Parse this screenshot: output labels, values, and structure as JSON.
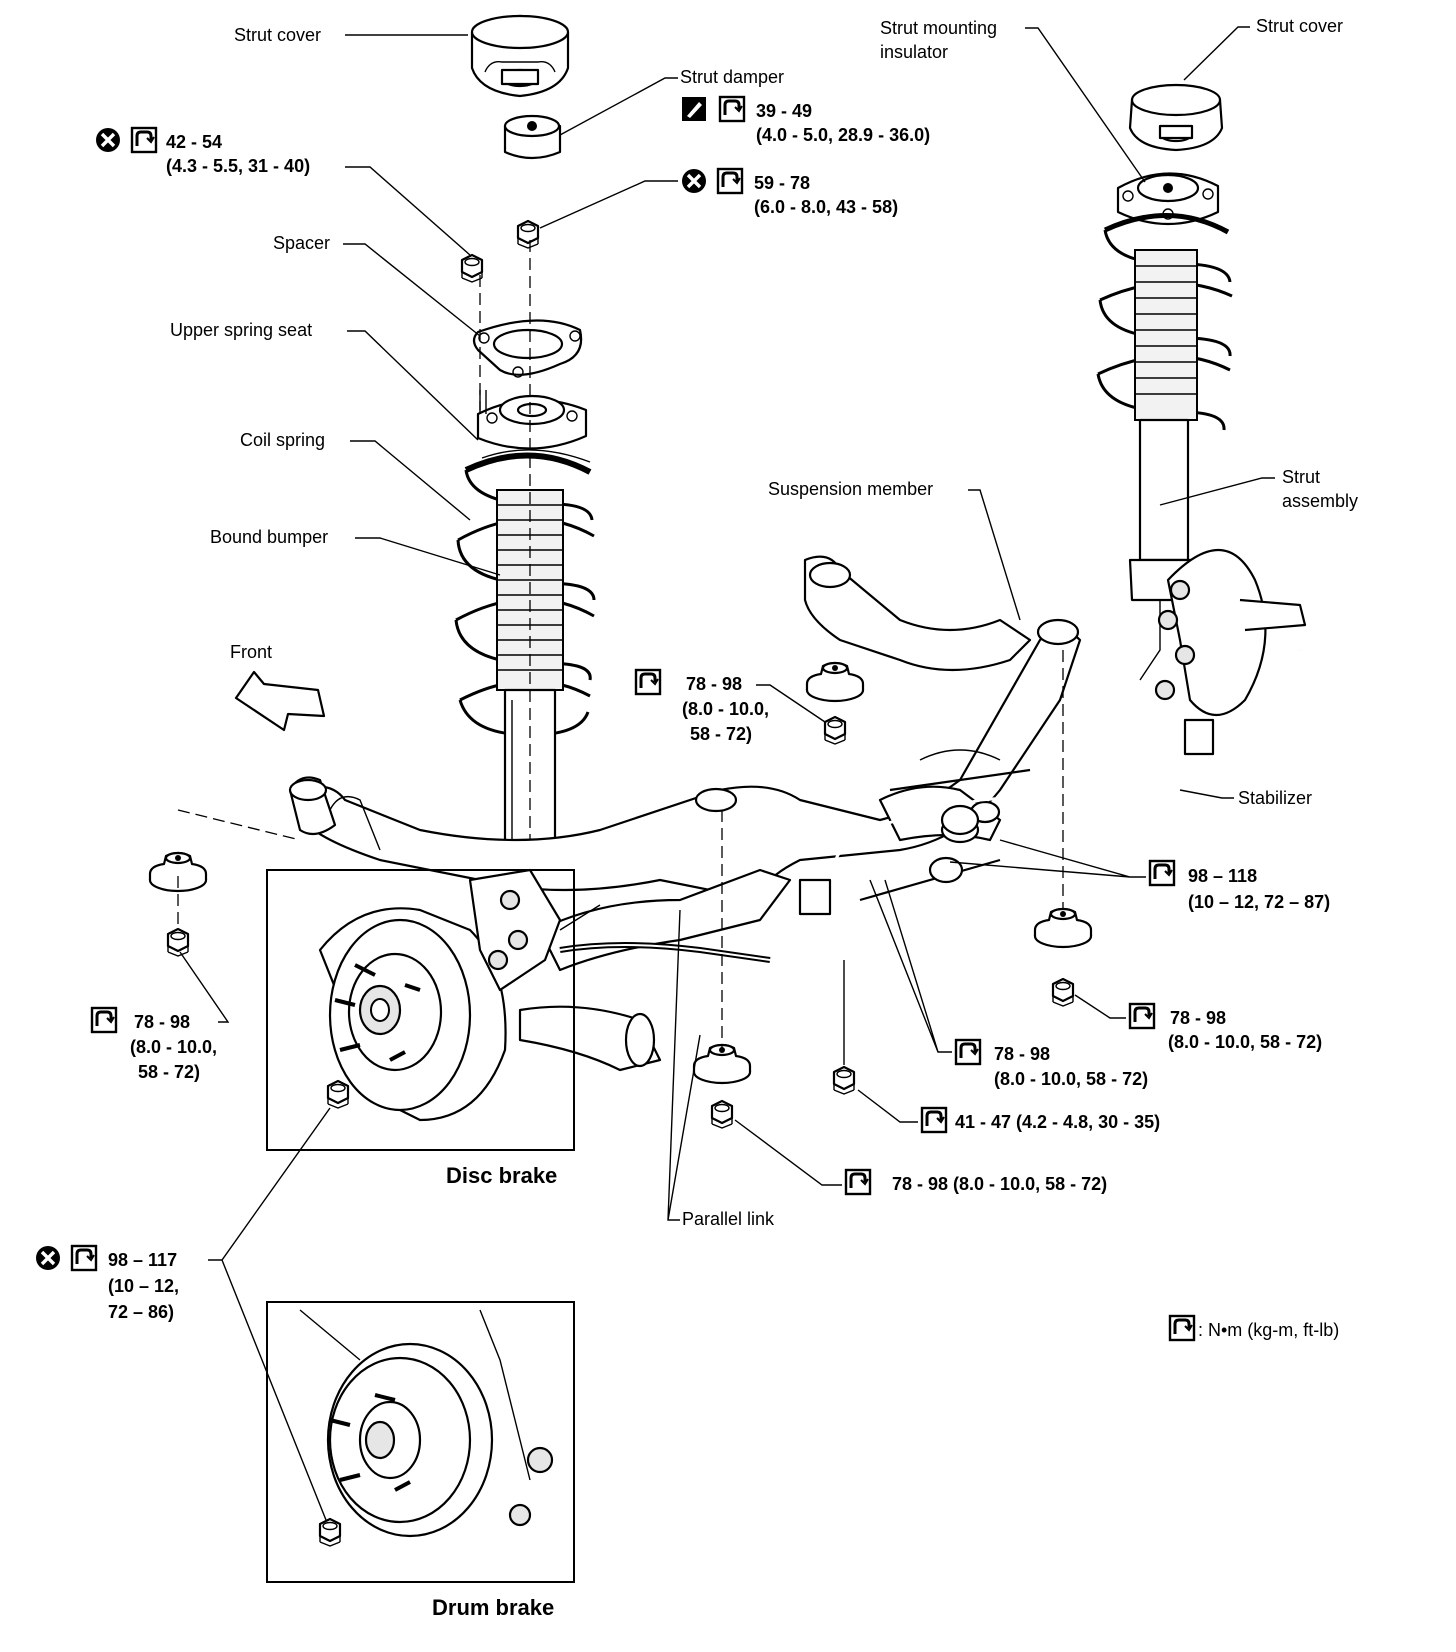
{
  "labels": {
    "strut_cover_left": "Strut cover",
    "strut_damper": "Strut damper",
    "spacer": "Spacer",
    "upper_spring_seat": "Upper spring seat",
    "coil_spring": "Coil spring",
    "bound_bumper": "Bound bumper",
    "front": "Front",
    "strut_mounting_insulator_1": "Strut mounting",
    "strut_mounting_insulator_2": "insulator",
    "strut_cover_right": "Strut cover",
    "suspension_member": "Suspension member",
    "strut_assembly_1": "Strut",
    "strut_assembly_2": "assembly",
    "stabilizer": "Stabilizer",
    "parallel_link": "Parallel link",
    "disc_brake": "Disc brake",
    "drum_brake": "Drum brake",
    "legend_unit": ": N•m (kg-m, ft-lb)"
  },
  "torques": {
    "t1_l1": "42 - 54",
    "t1_l2": "(4.3 - 5.5, 31 - 40)",
    "t2_l1": "39 - 49",
    "t2_l2": "(4.0 - 5.0, 28.9 - 36.0)",
    "t3_l1": "59 - 78",
    "t3_l2": "(6.0 - 8.0, 43 - 58)",
    "t4_l1": "78 - 98",
    "t4_l2": "(8.0 - 10.0,",
    "t4_l3": "58 - 72)",
    "t5_l1": "98 – 118",
    "t5_l2": "(10 – 12, 72 – 87)",
    "t6_l1": "78 - 98",
    "t6_l2": "(8.0 - 10.0,",
    "t6_l3": "58 - 72)",
    "t7_l1": "78 - 98",
    "t7_l2": "(8.0 - 10.0, 58 - 72)",
    "t8_l1": "78 - 98",
    "t8_l2": "(8.0 - 10.0, 58 - 72)",
    "t9": "41 - 47 (4.2 - 4.8, 30 - 35)",
    "t10": "78 - 98 (8.0 - 10.0, 58 - 72)",
    "t11_l1": "98 – 117",
    "t11_l2": "(10 – 12,",
    "t11_l3": "72 – 86)"
  },
  "icons": {
    "replace": "x-circle-icon",
    "torque": "torque-wrench-icon",
    "lubricate": "grease-icon"
  }
}
